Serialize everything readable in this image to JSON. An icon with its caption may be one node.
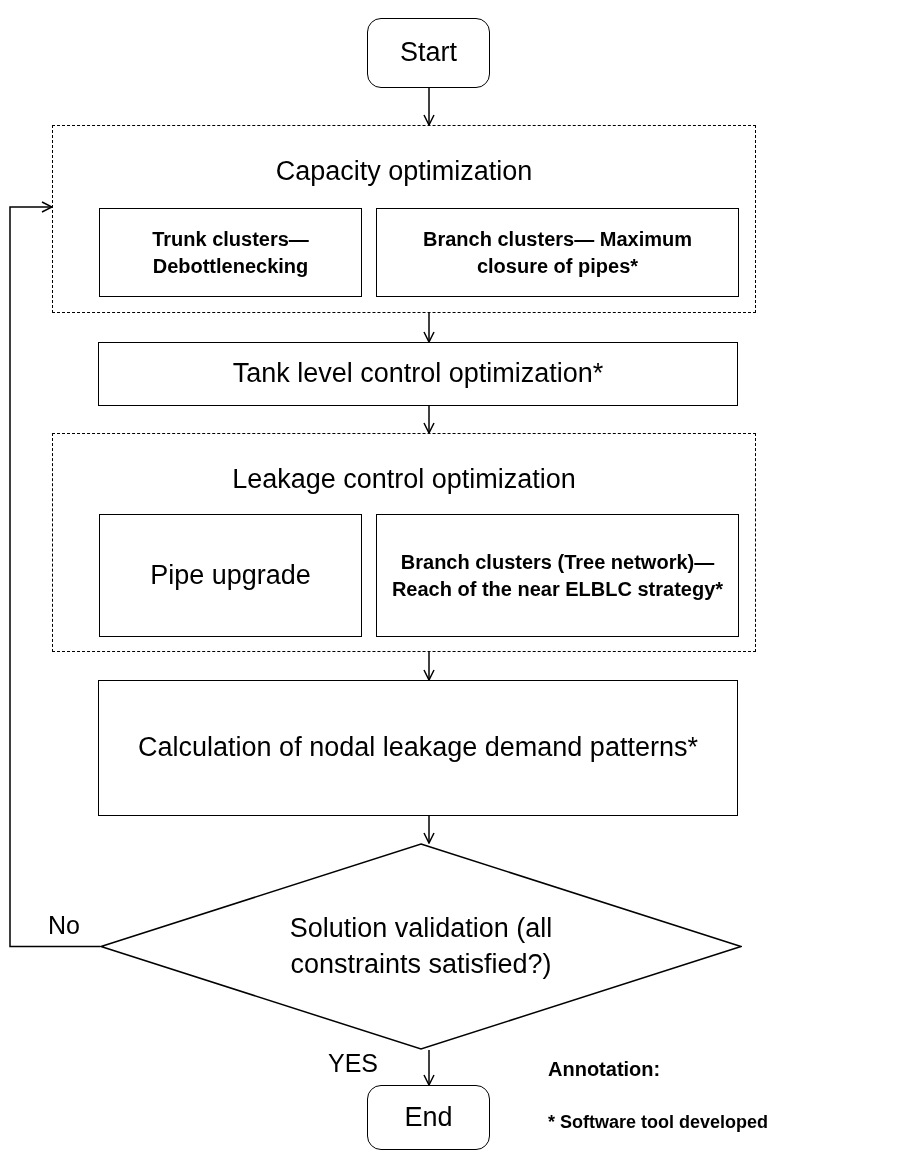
{
  "diagram": {
    "nodes": [
      {
        "text": [
          "Start"
        ]
      },
      {
        "text": [
          "Capacity optimization"
        ]
      },
      {
        "text": [
          "Trunk clusters— Debottlenecking"
        ],
        "in": 1
      },
      {
        "text": [
          "Branch clusters— Maximum closure of pipes*"
        ],
        "in": 1
      },
      {
        "text": [
          "Tank level control optimization*"
        ]
      },
      {
        "text": [
          "Leakage control optimization"
        ]
      },
      {
        "text": [
          "Pipe upgrade"
        ],
        "in": 5
      },
      {
        "text": [
          "Branch clusters (Tree network)— Reach of the near ELBLC strategy*"
        ],
        "in": 5
      },
      {
        "text": [
          "Calculation of nodal leakage demand patterns*"
        ]
      },
      {
        "text": [
          "Solution validation (all constraints satisfied?)"
        ]
      },
      {
        "text": [
          "End"
        ]
      }
    ],
    "edges": [
      {
        "from": 0,
        "to": 1,
        "arrow": "to"
      },
      {
        "from": 1,
        "to": 4,
        "arrow": "to"
      },
      {
        "from": 4,
        "to": 5,
        "arrow": "to"
      },
      {
        "from": 5,
        "to": 8,
        "arrow": "to"
      },
      {
        "from": 8,
        "to": 9,
        "arrow": "to"
      },
      {
        "from": 9,
        "to": 1,
        "arrow": "to",
        "label": "No"
      },
      {
        "from": 9,
        "to": 10,
        "arrow": "to",
        "label": "YES"
      }
    ],
    "labels": [
      "Annotation:",
      "* Software tool developed"
    ]
  }
}
